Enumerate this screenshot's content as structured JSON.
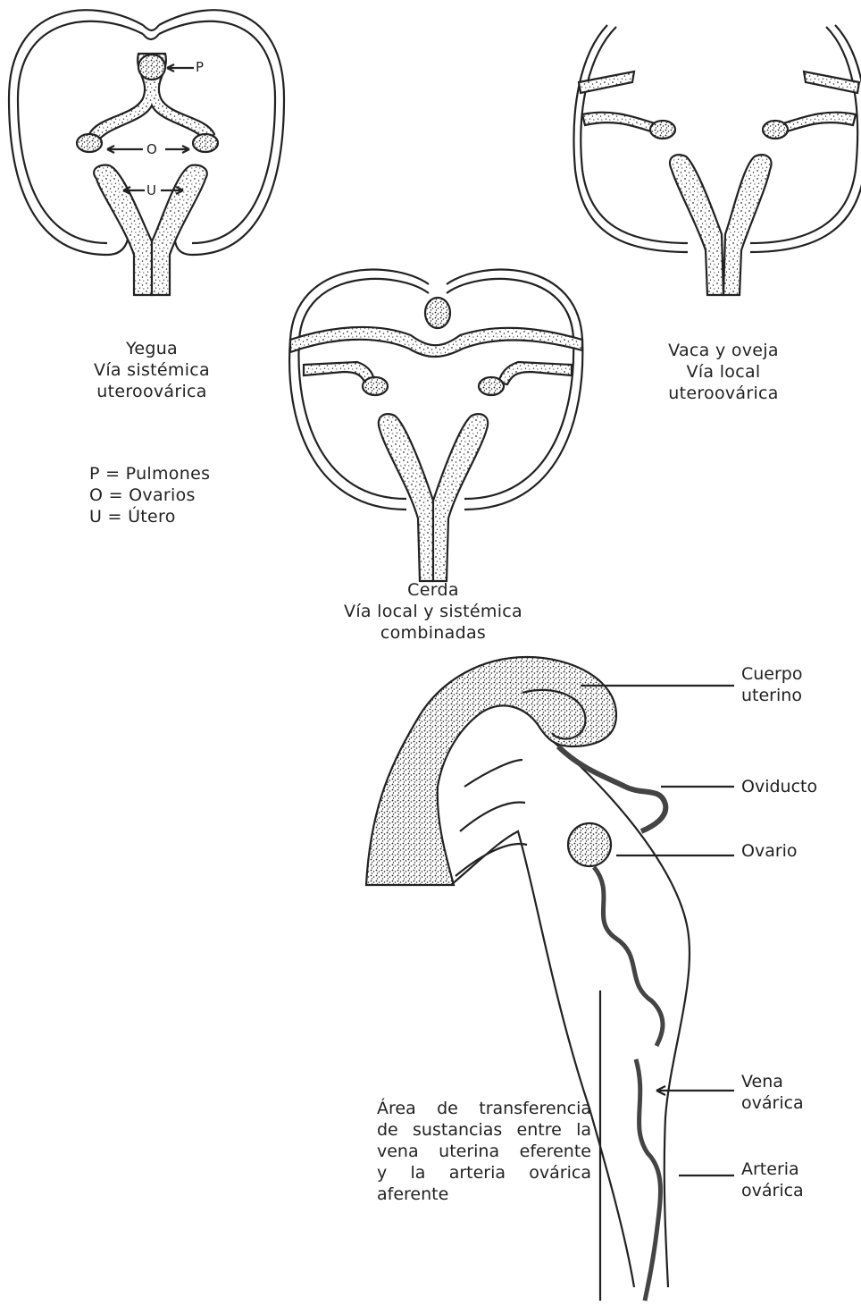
{
  "mare": {
    "name": "Yegua",
    "line1": "Vía sistémica",
    "line2": "uteroovárica",
    "mark_p": "P",
    "mark_o": "O",
    "mark_u": "U"
  },
  "cow": {
    "name": "Vaca y oveja",
    "line1": "Vía local",
    "line2": "uteroovárica"
  },
  "sow": {
    "name": "Cerda",
    "line1": "Vía local y sistémica",
    "line2": "combinadas"
  },
  "legend": {
    "p": "P = Pulmones",
    "o": "O = Ovarios",
    "u": "U = Útero"
  },
  "anatomy": {
    "uterine_body": [
      "Cuerpo",
      "uterino"
    ],
    "oviduct": "Oviducto",
    "ovary": "Ovario",
    "ovarian_vein": [
      "Vena",
      "ovárica"
    ],
    "ovarian_artery": [
      "Arteria",
      "ovárica"
    ],
    "transfer_area": [
      "Área de transferencia",
      "de sustancias entre la",
      "vena uterina eferente",
      "y la arteria ovárica",
      "aferente"
    ]
  }
}
